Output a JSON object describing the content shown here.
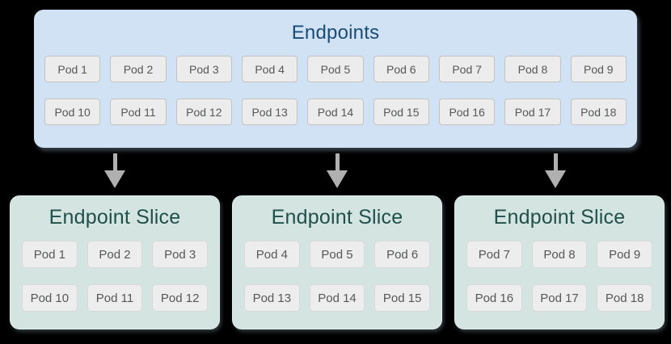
{
  "endpoints": {
    "title": "Endpoints",
    "rows": [
      [
        "Pod 1",
        "Pod 2",
        "Pod 3",
        "Pod 4",
        "Pod 5",
        "Pod 6",
        "Pod 7",
        "Pod 8",
        "Pod 9"
      ],
      [
        "Pod 10",
        "Pod 11",
        "Pod 12",
        "Pod 13",
        "Pod 14",
        "Pod 15",
        "Pod 16",
        "Pod 17",
        "Pod 18"
      ]
    ]
  },
  "slices": [
    {
      "title": "Endpoint Slice",
      "rows": [
        [
          "Pod 1",
          "Pod 2",
          "Pod 3"
        ],
        [
          "Pod 10",
          "Pod 11",
          "Pod 12"
        ]
      ]
    },
    {
      "title": "Endpoint Slice",
      "rows": [
        [
          "Pod 4",
          "Pod 5",
          "Pod 6"
        ],
        [
          "Pod 13",
          "Pod 14",
          "Pod 15"
        ]
      ]
    },
    {
      "title": "Endpoint Slice",
      "rows": [
        [
          "Pod 7",
          "Pod 8",
          "Pod 9"
        ],
        [
          "Pod 16",
          "Pod 17",
          "Pod 18"
        ]
      ]
    }
  ],
  "colors": {
    "background": "#000000",
    "endpoints_fill": "#d0e2f4",
    "endpoints_title": "#1a4c78",
    "slice_fill": "#d4e4e1",
    "slice_title": "#20504b",
    "pod_fill": "#ececec",
    "pod_border": "#c3c3c3",
    "pod_text": "#555758",
    "arrow": "#b0b0b0"
  }
}
